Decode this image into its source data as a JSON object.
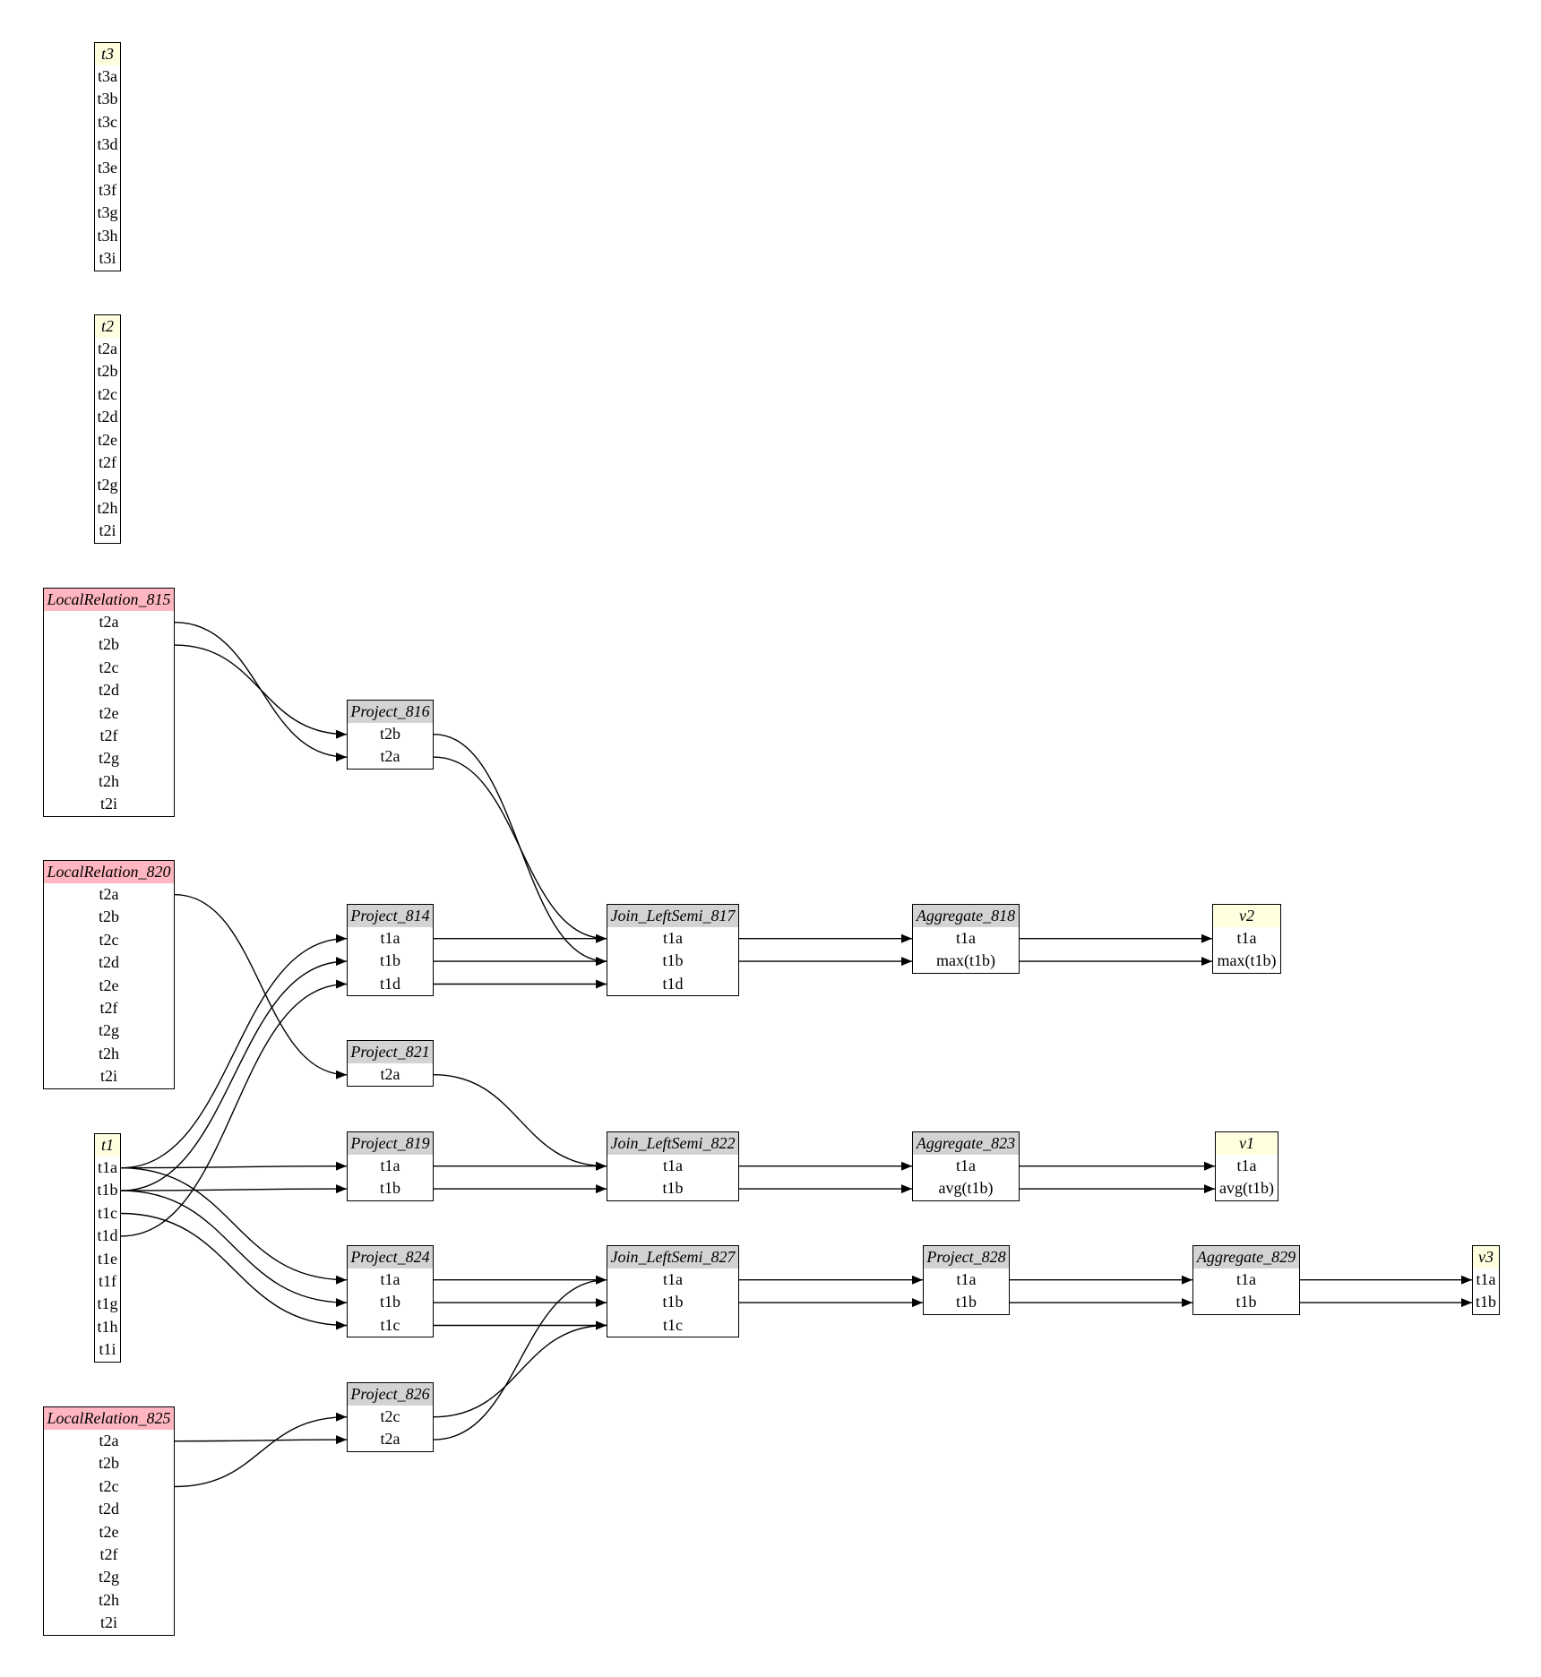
{
  "colors": {
    "table_header": "#ffffe0",
    "local_relation_header": "#ffb6c1",
    "operator_header": "#d3d3d3",
    "view_header": "#ffffe0",
    "edge": "#000000"
  },
  "nodes": [
    {
      "id": "t3",
      "kind": "table",
      "title": "t3",
      "fields": [
        "t3a",
        "t3b",
        "t3c",
        "t3d",
        "t3e",
        "t3f",
        "t3g",
        "t3h",
        "t3i"
      ]
    },
    {
      "id": "t2",
      "kind": "table",
      "title": "t2",
      "fields": [
        "t2a",
        "t2b",
        "t2c",
        "t2d",
        "t2e",
        "t2f",
        "t2g",
        "t2h",
        "t2i"
      ]
    },
    {
      "id": "LocalRelation_815",
      "kind": "local",
      "title": "LocalRelation_815",
      "fields": [
        "t2a",
        "t2b",
        "t2c",
        "t2d",
        "t2e",
        "t2f",
        "t2g",
        "t2h",
        "t2i"
      ]
    },
    {
      "id": "LocalRelation_820",
      "kind": "local",
      "title": "LocalRelation_820",
      "fields": [
        "t2a",
        "t2b",
        "t2c",
        "t2d",
        "t2e",
        "t2f",
        "t2g",
        "t2h",
        "t2i"
      ]
    },
    {
      "id": "t1",
      "kind": "table",
      "title": "t1",
      "fields": [
        "t1a",
        "t1b",
        "t1c",
        "t1d",
        "t1e",
        "t1f",
        "t1g",
        "t1h",
        "t1i"
      ]
    },
    {
      "id": "LocalRelation_825",
      "kind": "local",
      "title": "LocalRelation_825",
      "fields": [
        "t2a",
        "t2b",
        "t2c",
        "t2d",
        "t2e",
        "t2f",
        "t2g",
        "t2h",
        "t2i"
      ]
    },
    {
      "id": "Project_816",
      "kind": "op",
      "title": "Project_816",
      "fields": [
        "t2b",
        "t2a"
      ]
    },
    {
      "id": "Project_814",
      "kind": "op",
      "title": "Project_814",
      "fields": [
        "t1a",
        "t1b",
        "t1d"
      ]
    },
    {
      "id": "Project_821",
      "kind": "op",
      "title": "Project_821",
      "fields": [
        "t2a"
      ]
    },
    {
      "id": "Project_819",
      "kind": "op",
      "title": "Project_819",
      "fields": [
        "t1a",
        "t1b"
      ]
    },
    {
      "id": "Project_824",
      "kind": "op",
      "title": "Project_824",
      "fields": [
        "t1a",
        "t1b",
        "t1c"
      ]
    },
    {
      "id": "Project_826",
      "kind": "op",
      "title": "Project_826",
      "fields": [
        "t2c",
        "t2a"
      ]
    },
    {
      "id": "Join_LeftSemi_817",
      "kind": "op",
      "title": "Join_LeftSemi_817",
      "fields": [
        "t1a",
        "t1b",
        "t1d"
      ]
    },
    {
      "id": "Join_LeftSemi_822",
      "kind": "op",
      "title": "Join_LeftSemi_822",
      "fields": [
        "t1a",
        "t1b"
      ]
    },
    {
      "id": "Join_LeftSemi_827",
      "kind": "op",
      "title": "Join_LeftSemi_827",
      "fields": [
        "t1a",
        "t1b",
        "t1c"
      ]
    },
    {
      "id": "Aggregate_818",
      "kind": "op",
      "title": "Aggregate_818",
      "fields": [
        "t1a",
        "max(t1b)"
      ]
    },
    {
      "id": "Aggregate_823",
      "kind": "op",
      "title": "Aggregate_823",
      "fields": [
        "t1a",
        "avg(t1b)"
      ]
    },
    {
      "id": "Project_828",
      "kind": "op",
      "title": "Project_828",
      "fields": [
        "t1a",
        "t1b"
      ]
    },
    {
      "id": "Aggregate_829",
      "kind": "op",
      "title": "Aggregate_829",
      "fields": [
        "t1a",
        "t1b"
      ]
    },
    {
      "id": "v2",
      "kind": "view",
      "title": "v2",
      "fields": [
        "t1a",
        "max(t1b)"
      ]
    },
    {
      "id": "v1",
      "kind": "view",
      "title": "v1",
      "fields": [
        "t1a",
        "avg(t1b)"
      ]
    },
    {
      "id": "v3",
      "kind": "view",
      "title": "v3",
      "fields": [
        "t1a",
        "t1b"
      ]
    }
  ],
  "edges": [
    {
      "from": "LocalRelation_815",
      "from_field": 0,
      "to": "Project_816",
      "to_field": 1
    },
    {
      "from": "LocalRelation_815",
      "from_field": 1,
      "to": "Project_816",
      "to_field": 0
    },
    {
      "from": "LocalRelation_820",
      "from_field": 0,
      "to": "Project_821",
      "to_field": 0
    },
    {
      "from": "LocalRelation_825",
      "from_field": 0,
      "to": "Project_826",
      "to_field": 1
    },
    {
      "from": "LocalRelation_825",
      "from_field": 2,
      "to": "Project_826",
      "to_field": 0
    },
    {
      "from": "t1",
      "from_field": 0,
      "to": "Project_814",
      "to_field": 0
    },
    {
      "from": "t1",
      "from_field": 1,
      "to": "Project_814",
      "to_field": 1
    },
    {
      "from": "t1",
      "from_field": 3,
      "to": "Project_814",
      "to_field": 2
    },
    {
      "from": "t1",
      "from_field": 0,
      "to": "Project_819",
      "to_field": 0
    },
    {
      "from": "t1",
      "from_field": 1,
      "to": "Project_819",
      "to_field": 1
    },
    {
      "from": "t1",
      "from_field": 0,
      "to": "Project_824",
      "to_field": 0
    },
    {
      "from": "t1",
      "from_field": 1,
      "to": "Project_824",
      "to_field": 1
    },
    {
      "from": "t1",
      "from_field": 2,
      "to": "Project_824",
      "to_field": 2
    },
    {
      "from": "Project_816",
      "from_field": 0,
      "to": "Join_LeftSemi_817",
      "to_field": 1
    },
    {
      "from": "Project_816",
      "from_field": 1,
      "to": "Join_LeftSemi_817",
      "to_field": 0
    },
    {
      "from": "Project_814",
      "from_field": 0,
      "to": "Join_LeftSemi_817",
      "to_field": 0
    },
    {
      "from": "Project_814",
      "from_field": 1,
      "to": "Join_LeftSemi_817",
      "to_field": 1
    },
    {
      "from": "Project_814",
      "from_field": 2,
      "to": "Join_LeftSemi_817",
      "to_field": 2
    },
    {
      "from": "Project_821",
      "from_field": 0,
      "to": "Join_LeftSemi_822",
      "to_field": 0
    },
    {
      "from": "Project_819",
      "from_field": 0,
      "to": "Join_LeftSemi_822",
      "to_field": 0
    },
    {
      "from": "Project_819",
      "from_field": 1,
      "to": "Join_LeftSemi_822",
      "to_field": 1
    },
    {
      "from": "Project_824",
      "from_field": 0,
      "to": "Join_LeftSemi_827",
      "to_field": 0
    },
    {
      "from": "Project_824",
      "from_field": 1,
      "to": "Join_LeftSemi_827",
      "to_field": 1
    },
    {
      "from": "Project_824",
      "from_field": 2,
      "to": "Join_LeftSemi_827",
      "to_field": 2
    },
    {
      "from": "Project_826",
      "from_field": 0,
      "to": "Join_LeftSemi_827",
      "to_field": 2
    },
    {
      "from": "Project_826",
      "from_field": 1,
      "to": "Join_LeftSemi_827",
      "to_field": 0
    },
    {
      "from": "Join_LeftSemi_817",
      "from_field": 0,
      "to": "Aggregate_818",
      "to_field": 0
    },
    {
      "from": "Join_LeftSemi_817",
      "from_field": 1,
      "to": "Aggregate_818",
      "to_field": 1
    },
    {
      "from": "Aggregate_818",
      "from_field": 0,
      "to": "v2",
      "to_field": 0
    },
    {
      "from": "Aggregate_818",
      "from_field": 1,
      "to": "v2",
      "to_field": 1
    },
    {
      "from": "Join_LeftSemi_822",
      "from_field": 0,
      "to": "Aggregate_823",
      "to_field": 0
    },
    {
      "from": "Join_LeftSemi_822",
      "from_field": 1,
      "to": "Aggregate_823",
      "to_field": 1
    },
    {
      "from": "Aggregate_823",
      "from_field": 0,
      "to": "v1",
      "to_field": 0
    },
    {
      "from": "Aggregate_823",
      "from_field": 1,
      "to": "v1",
      "to_field": 1
    },
    {
      "from": "Join_LeftSemi_827",
      "from_field": 0,
      "to": "Project_828",
      "to_field": 0
    },
    {
      "from": "Join_LeftSemi_827",
      "from_field": 1,
      "to": "Project_828",
      "to_field": 1
    },
    {
      "from": "Project_828",
      "from_field": 0,
      "to": "Aggregate_829",
      "to_field": 0
    },
    {
      "from": "Project_828",
      "from_field": 1,
      "to": "Aggregate_829",
      "to_field": 1
    },
    {
      "from": "Aggregate_829",
      "from_field": 0,
      "to": "v3",
      "to_field": 0
    },
    {
      "from": "Aggregate_829",
      "from_field": 1,
      "to": "v3",
      "to_field": 1
    }
  ]
}
